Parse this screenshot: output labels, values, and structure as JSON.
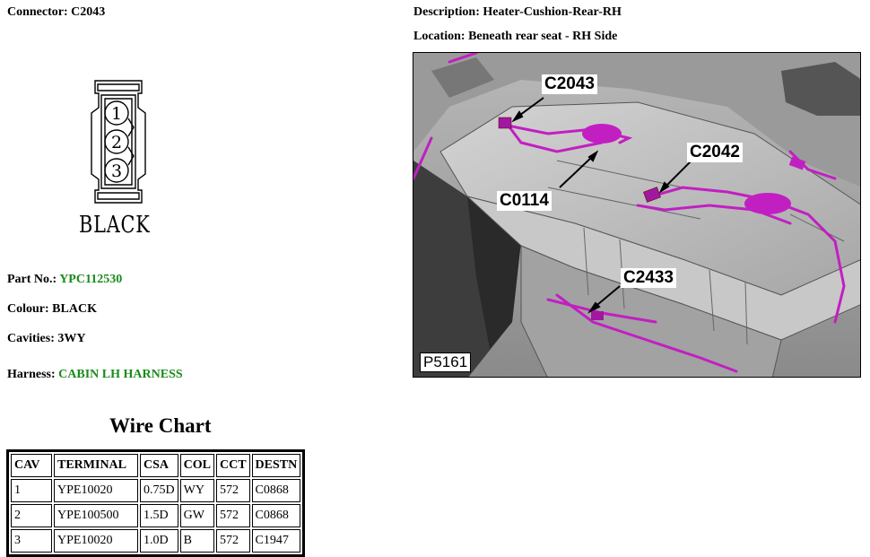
{
  "connector": {
    "label": "Connector: ",
    "value": "C2043"
  },
  "description": {
    "label": "Description: ",
    "value": "Heater-Cushion-Rear-RH"
  },
  "location": {
    "label": "Location: ",
    "value": "Beneath rear seat - RH Side"
  },
  "connector_drawing": {
    "cavities": [
      "1",
      "2",
      "3"
    ],
    "color_label": "BLACK"
  },
  "part_no": {
    "label": "Part No.: ",
    "value": "YPC112530",
    "link_color": "#1a8a1a"
  },
  "colour": {
    "label": "Colour: ",
    "value": "BLACK"
  },
  "cavities": {
    "label": "Cavities: ",
    "value": "3WY"
  },
  "harness": {
    "label": "Harness: ",
    "value": "CABIN LH HARNESS",
    "link_color": "#1a8a1a"
  },
  "wire_chart": {
    "title": "Wire Chart",
    "headers": [
      "CAV",
      "TERMINAL",
      "CSA",
      "COL",
      "CCT",
      "DESTN"
    ],
    "rows": [
      [
        "1",
        "YPE10020",
        "0.75D",
        "WY",
        "572",
        "C0868"
      ],
      [
        "2",
        "YPE100500",
        "1.5D",
        "GW",
        "572",
        "C0868"
      ],
      [
        "3",
        "YPE10020",
        "1.0D",
        "B",
        "572",
        "C1947"
      ]
    ]
  },
  "location_image": {
    "callouts": [
      "C2043",
      "C0114",
      "C2042",
      "C2433"
    ],
    "image_id": "P5161",
    "wire_color": "#c21fc2"
  }
}
